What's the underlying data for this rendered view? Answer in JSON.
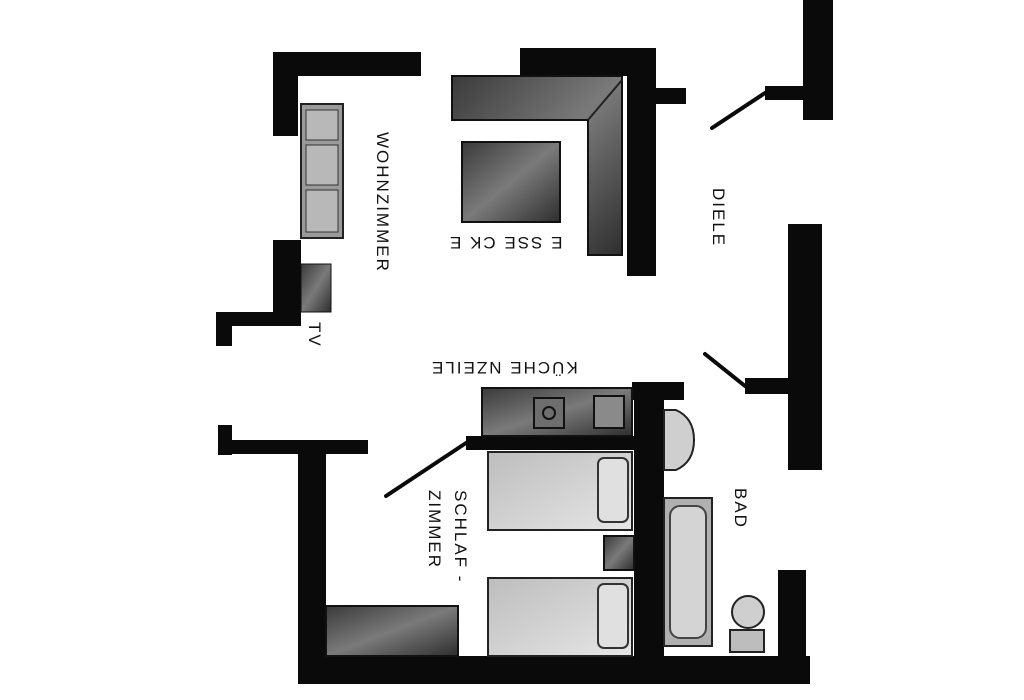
{
  "rooms": {
    "wohnzimmer": "WOHNZIMMER",
    "essecke": "E SSE CK E",
    "diele": "DIELE",
    "kuechenzeile": "KÜCHE NZEILE",
    "tv": "TV",
    "schlaf_1": "SCHLAF -",
    "schlaf_2": "ZIMMER",
    "bad": "BAD"
  },
  "colors": {
    "wall": "#0a0a0a",
    "furniture_dark": "#4a4a4a",
    "furniture_light": "#d9d9d9",
    "background": "#ffffff"
  }
}
